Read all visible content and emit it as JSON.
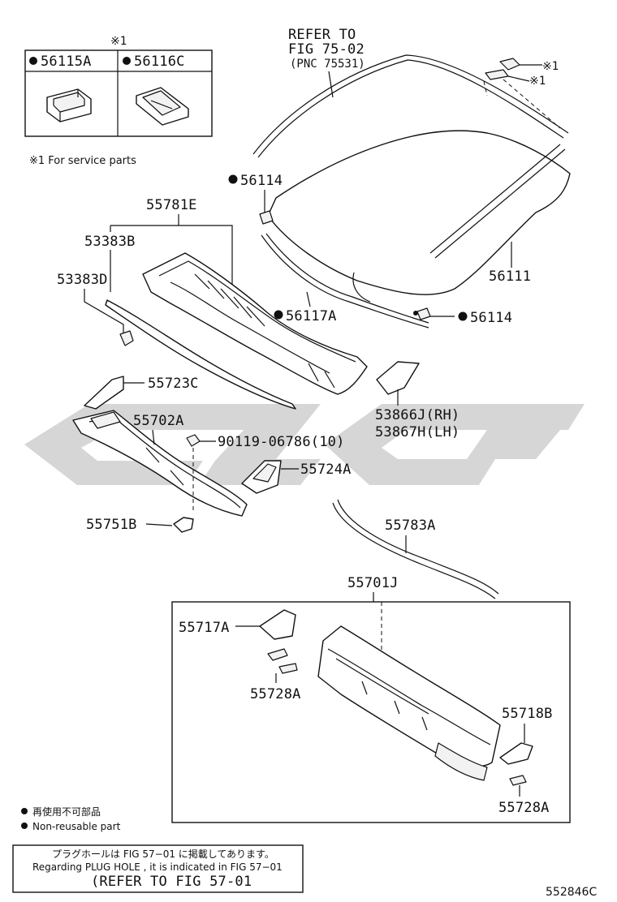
{
  "inset_box": {
    "mark": "※1",
    "parts": [
      "56115A",
      "56116C"
    ]
  },
  "service_note": "※1 For service parts",
  "refer_fig_75": [
    "REFER TO",
    "FIG 75-02",
    "(PNC 75531)"
  ],
  "mark_labels": [
    "※1",
    "※1"
  ],
  "callouts": {
    "p56114_top": "56114",
    "p55781E": "55781E",
    "p53383B": "53383B",
    "p53383D": "53383D",
    "p56111": "56111",
    "p56117A": "56117A",
    "p56114_bottom": "56114",
    "p55723C": "55723C",
    "p53866J": "53866J(RH)",
    "p53867H": "53867H(LH)",
    "p55702A": "55702A",
    "p90119": "90119-06786(10)",
    "p55724A": "55724A",
    "p55751B": "55751B",
    "p55783A": "55783A",
    "p55701J": "55701J",
    "p55717A": "55717A",
    "p55728A_left": "55728A",
    "p55718B": "55718B",
    "p55728A_right": "55728A"
  },
  "legend": {
    "jp": "再使用不可部品",
    "en": "Non-reusable part"
  },
  "plug_note": {
    "jp": "プラグホールは FIG 57−01 に掲載してあります。",
    "en": "Regarding PLUG HOLE , it is indicated in FIG 57−01",
    "refer": "(REFER TO FIG 57-01"
  },
  "diagram_code": "552846C",
  "colors": {
    "ink": "#111111",
    "watermark": "#d6d6d6",
    "background": "#ffffff"
  }
}
